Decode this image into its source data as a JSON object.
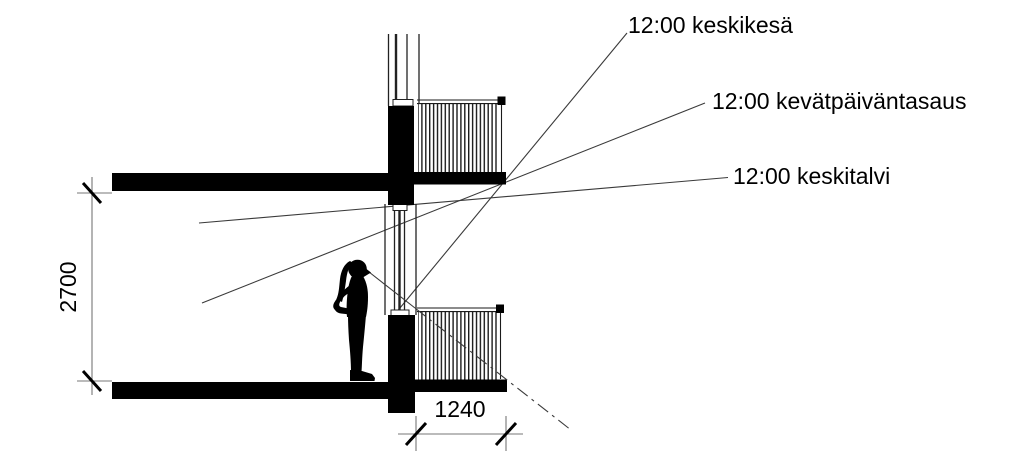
{
  "scene": {
    "type": "architectural-section-sun-study",
    "labels": {
      "midsummer": "12:00 keskikesä",
      "equinox": "12:00 kevätpäiväntasaus",
      "midwinter": "12:00 keskitalvi"
    },
    "dimensions": {
      "floor_height_mm": "2700",
      "balcony_depth_mm": "1240"
    },
    "colors": {
      "ink": "#000000",
      "thin_line": "#3a3a3a",
      "dim_line": "#777777",
      "background": "#ffffff"
    },
    "icons": {
      "person": "person-silhouette",
      "railing": "balcony-railing-hatch"
    }
  }
}
